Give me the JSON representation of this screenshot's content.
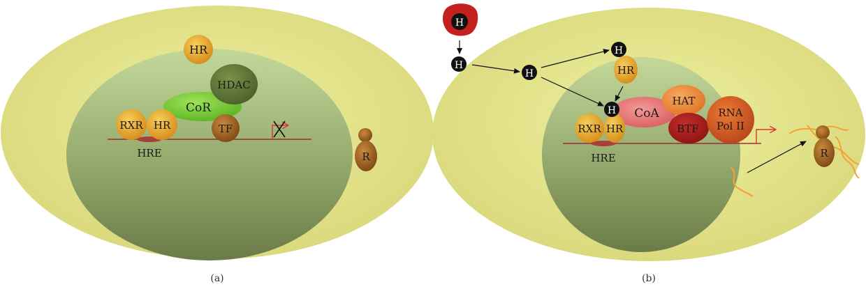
{
  "panel_a": {
    "caption": "(a)",
    "hr_free": "HR",
    "hdac": "HDAC",
    "cor": "CoR",
    "rxr": "RXR",
    "hr_bound": "HR",
    "tf": "TF",
    "hre": "HRE",
    "r": "R"
  },
  "panel_b": {
    "caption": "(b)",
    "h_carrier": "H",
    "h_free": "H",
    "h_cell": "H",
    "h_top": "H",
    "hr_mid": "HR",
    "h_complex": "H",
    "coa": "CoA",
    "hat": "HAT",
    "rna_line1": "RNA",
    "rna_line2": "Pol II",
    "btf": "BTF",
    "rxr": "RXR",
    "hr_bound": "HR",
    "hre": "HRE",
    "r": "R"
  },
  "colors": {
    "cytoplasm": "#e3e38a",
    "nucleus_top": "#c2d595",
    "nucleus_bottom": "#6e7f4c",
    "hormone": "#111111",
    "receptor_orange": "#e8a12a",
    "dna_line": "#9a3030"
  }
}
